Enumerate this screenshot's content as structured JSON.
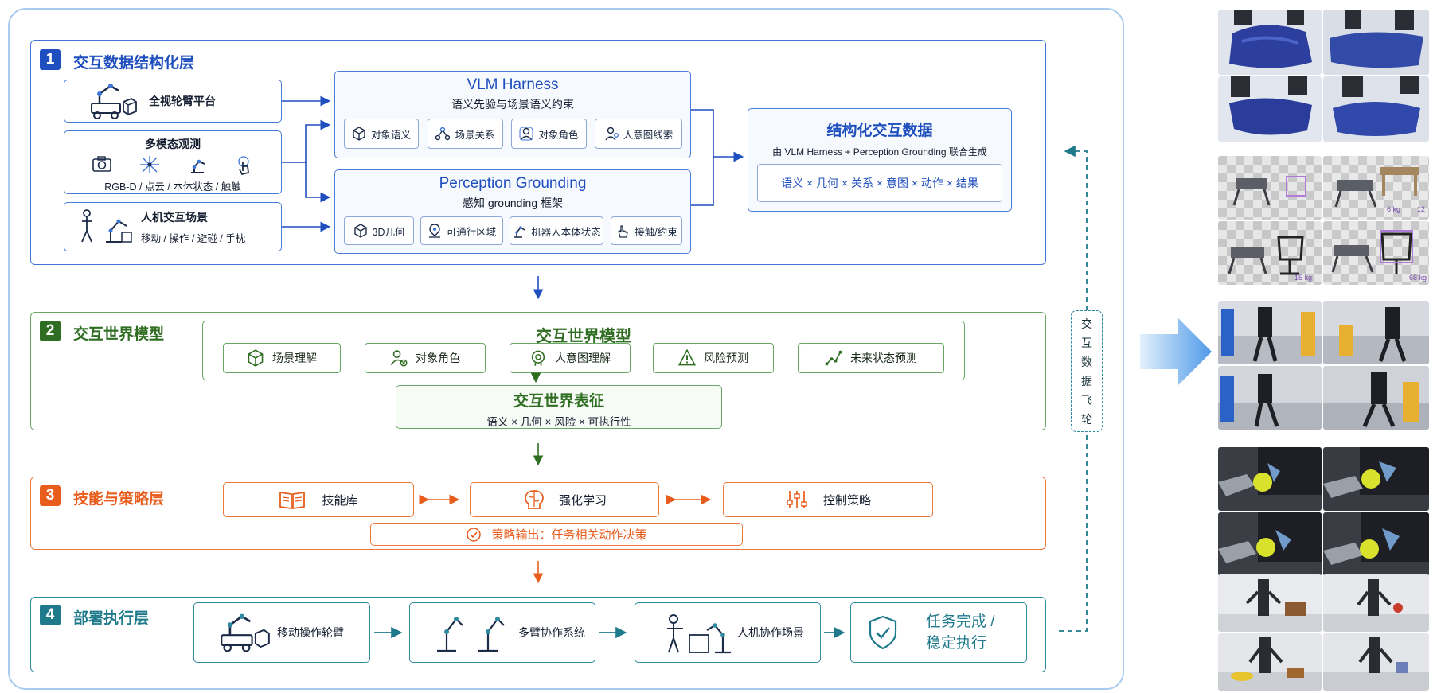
{
  "colors": {
    "blue": "#1f4fbf",
    "green": "#2f6e22",
    "orange": "#e85d1c",
    "teal": "#1f7a8c",
    "frame": "#a9cbef"
  },
  "layer1": {
    "num": "1",
    "title": "交互数据结构化层",
    "inputs": {
      "platform": "全视轮臂平台",
      "multimodal_title": "多模态观测",
      "multimodal_sub": "RGB-D / 点云 / 本体状态 / 触触",
      "hri_title": "人机交互场景",
      "hri_sub": "移动 / 操作 / 避碰 / 手枕"
    },
    "vlm": {
      "title": "VLM Harness",
      "subtitle": "语义先验与场景语义约束",
      "chips": [
        "对象语义",
        "场景关系",
        "对象角色",
        "人意图线索"
      ]
    },
    "perception": {
      "title": "Perception Grounding",
      "subtitle": "感知 grounding 框架",
      "chips": [
        "3D几何",
        "可通行区域",
        "机器人本体状态",
        "接触/约束"
      ]
    },
    "output": {
      "title": "结构化交互数据",
      "subtitle": "由 VLM Harness + Perception Grounding 联合生成",
      "formula": "语义 × 几何 × 关系 × 意图 × 动作 × 结果"
    }
  },
  "layer2": {
    "num": "2",
    "title": "交互世界模型",
    "model_title": "交互世界模型",
    "chips": [
      "场景理解",
      "对象角色",
      "人意图理解",
      "风险预测",
      "未来状态预测"
    ],
    "rep_title": "交互世界表征",
    "rep_formula": "语义 × 几何 × 风险 × 可执行性"
  },
  "layer3": {
    "num": "3",
    "title": "技能与策略层",
    "modules": [
      "技能库",
      "强化学习",
      "控制策略"
    ],
    "output": "策略输出：任务相关动作决策"
  },
  "layer4": {
    "num": "4",
    "title": "部署执行层",
    "modules": [
      "移动操作轮臂",
      "多臂协作系统",
      "人机协作场景"
    ],
    "result": "任务完成 / 稳定执行"
  },
  "flywheel": {
    "label_chars": [
      "交",
      "互",
      "数",
      "据",
      "飞",
      "轮"
    ]
  },
  "photo_panel": {
    "labels": [
      "6 kg",
      "12",
      "15 kg",
      "68 kg"
    ]
  }
}
